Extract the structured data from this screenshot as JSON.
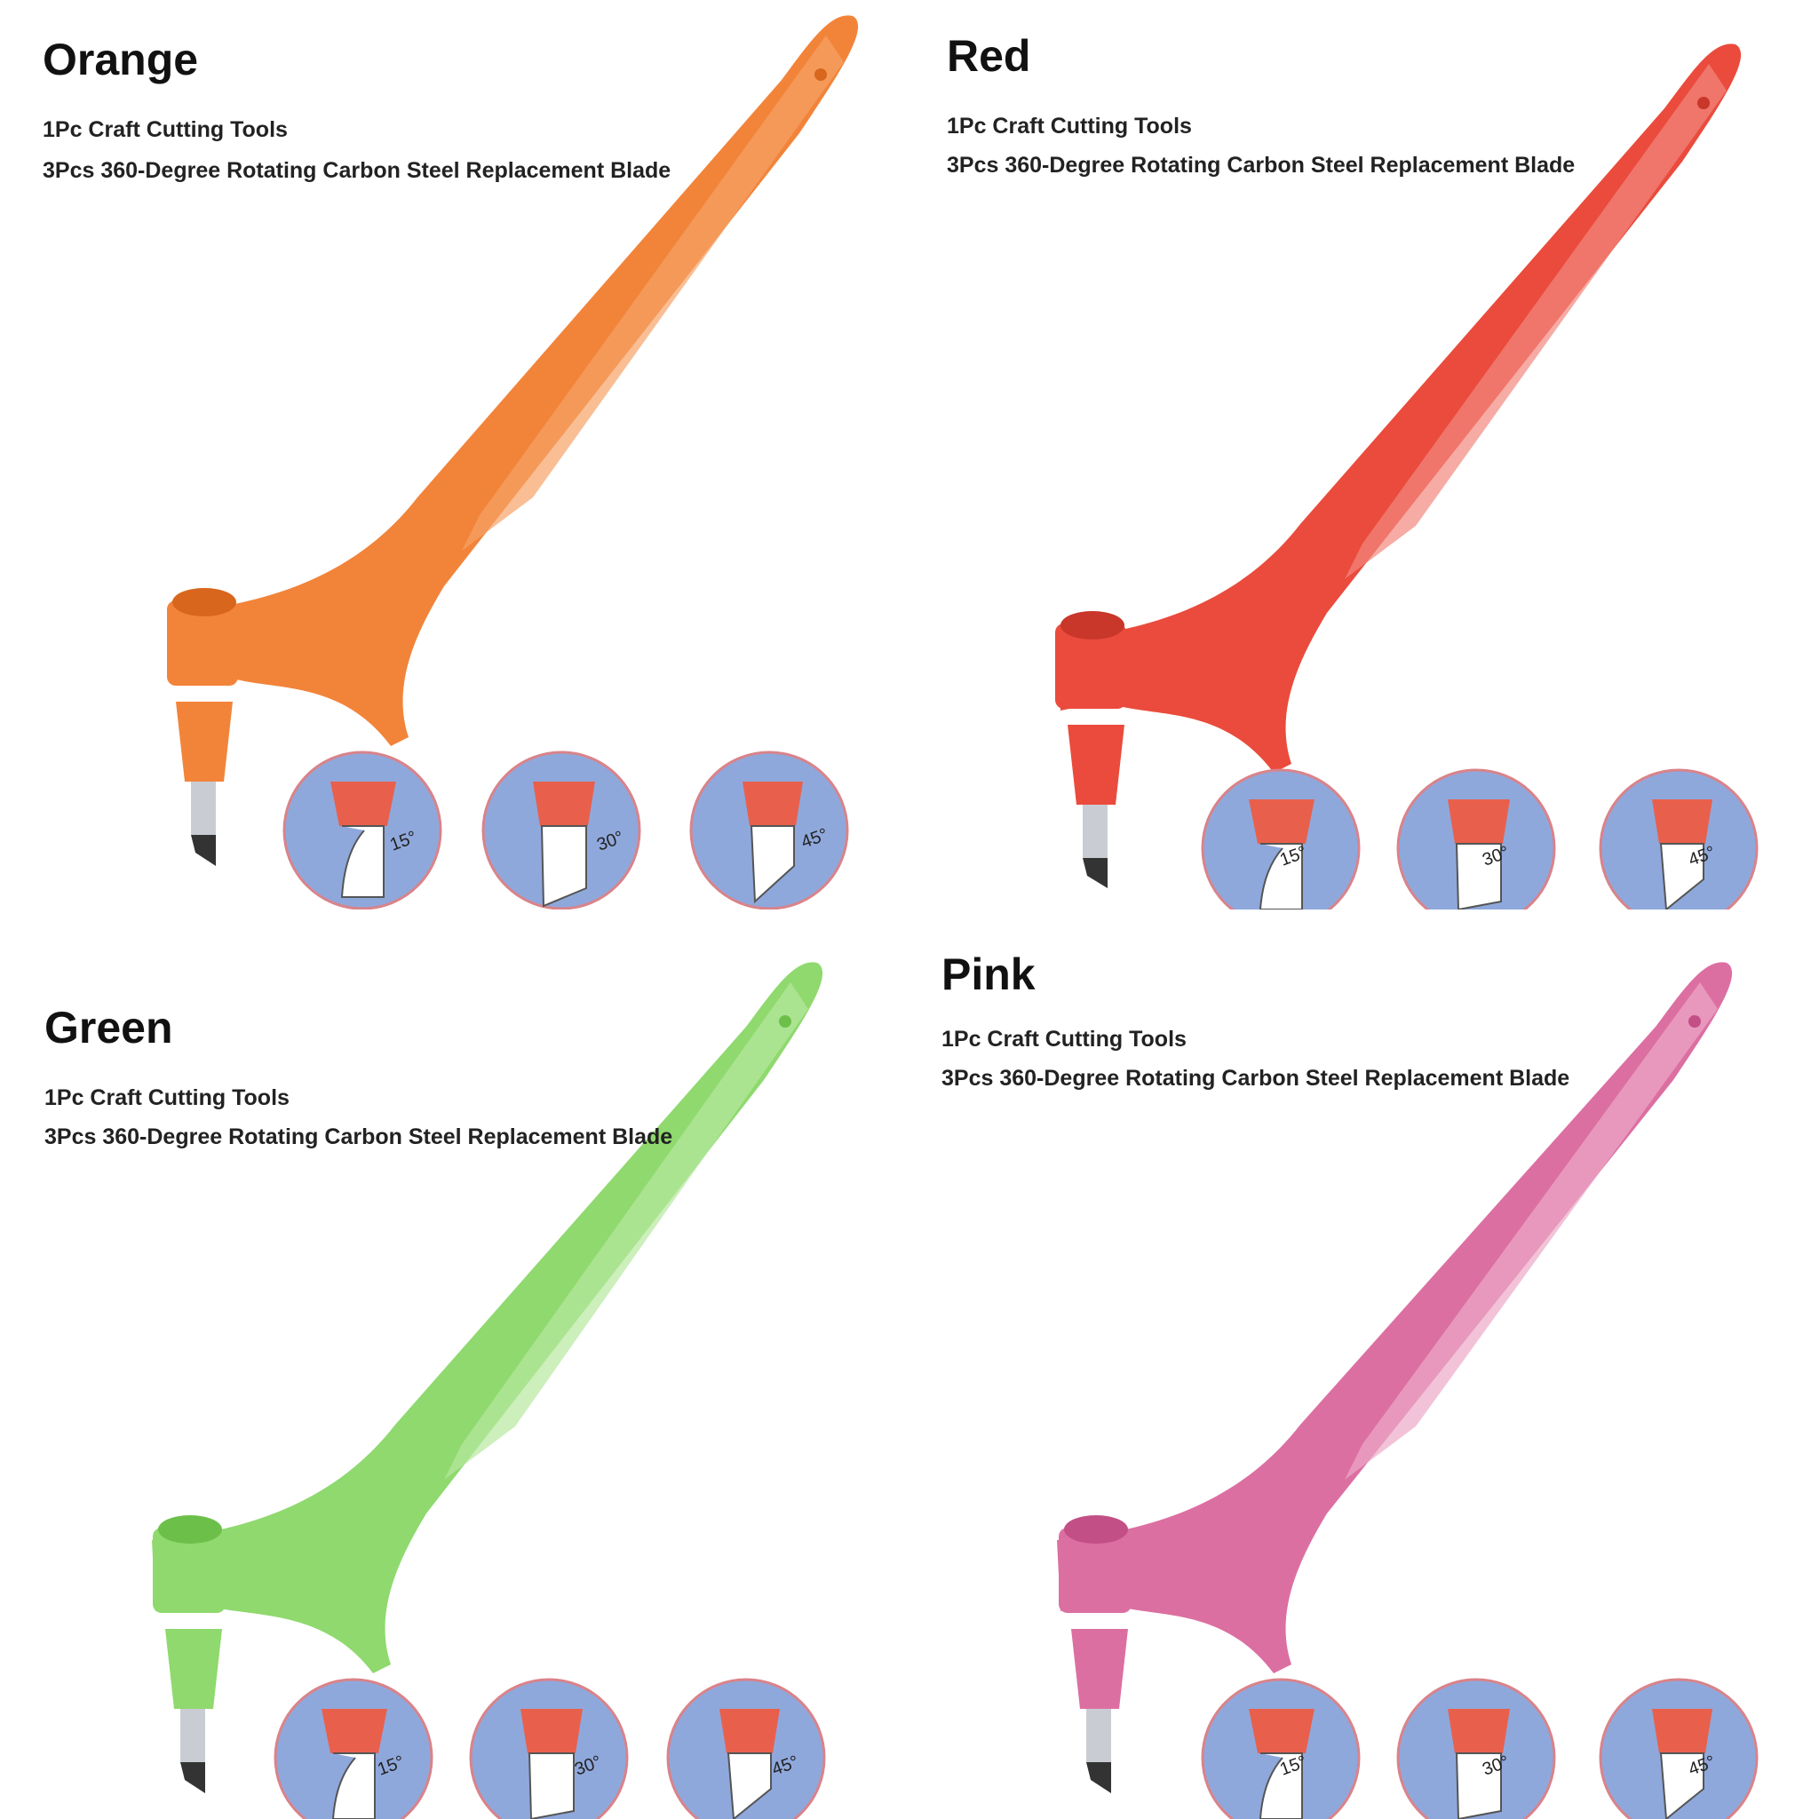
{
  "panels": [
    {
      "title": "Orange",
      "line1": "1Pc Craft Cutting Tools",
      "line2": "3Pcs 360-Degree Rotating Carbon Steel Replacement Blade",
      "color": "#f2843a",
      "light": "#f7a366",
      "dark": "#d8661d"
    },
    {
      "title": "Red",
      "line1": "1Pc Craft Cutting Tools",
      "line2": "3Pcs 360-Degree Rotating Carbon Steel Replacement Blade",
      "color": "#ea4b3c",
      "light": "#f2887d",
      "dark": "#c9362a"
    },
    {
      "title": "Green",
      "line1": "1Pc Craft Cutting Tools",
      "line2": "3Pcs 360-Degree Rotating Carbon Steel Replacement Blade",
      "color": "#8fd96e",
      "light": "#b7e8a0",
      "dark": "#6cc04a"
    },
    {
      "title": "Pink",
      "line1": "1Pc Craft Cutting Tools",
      "line2": "3Pcs 360-Degree Rotating Carbon Steel Replacement Blade",
      "color": "#dc6fa1",
      "light": "#ecaac8",
      "dark": "#c24f86"
    }
  ],
  "blades": [
    {
      "angle": "15°"
    },
    {
      "angle": "30°"
    },
    {
      "angle": "45°"
    }
  ],
  "blade_circle_color": "#8fa8dc",
  "blade_head_color": "#e8604c"
}
